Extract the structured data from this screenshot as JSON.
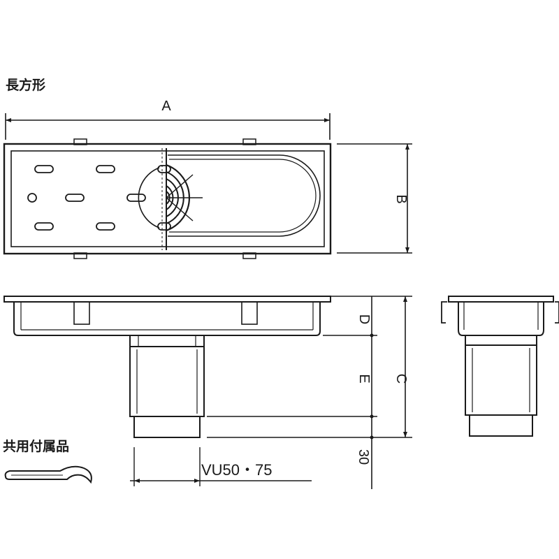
{
  "labels": {
    "title_top": "長方形",
    "accessory": "共用付属品",
    "dim_a": "A",
    "dim_b": "B",
    "dim_c": "C",
    "dim_d": "D",
    "dim_e": "E",
    "dim_30": "30",
    "pipe_spec": "VU50・75"
  },
  "colors": {
    "line": "#1a1a1a",
    "fill_light": "#f4f4f4",
    "fill_mid": "#e2e2e2",
    "background": "#ffffff"
  }
}
